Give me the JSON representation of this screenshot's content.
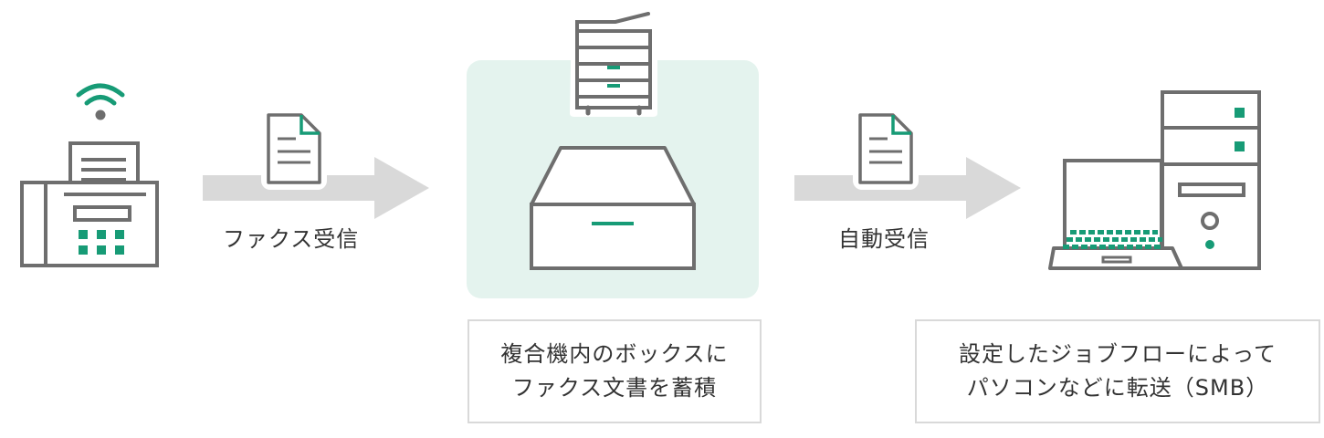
{
  "colors": {
    "accent_green": "#179b76",
    "icon_gray": "#6e6e6e",
    "arrow_gray": "#d9d9d9",
    "highlight_bg": "#e4f3ee",
    "caption_border": "#d9d9d9"
  },
  "icons": {
    "fax": "fax-machine-icon",
    "wifi": "wifi-signal-icon",
    "document": "document-icon",
    "mfp": "multifunction-printer-icon",
    "box": "storage-box-icon",
    "pc": "desktop-tower-icon",
    "laptop": "laptop-icon"
  },
  "flow": {
    "step1_label": "ファクス受信",
    "step2_label": "自動受信"
  },
  "captions": {
    "box_storage": {
      "line1": "複合機内のボックスに",
      "line2": "ファクス文書を蓄積"
    },
    "transfer": {
      "line1": "設定したジョブフローによって",
      "line2": "パソコンなどに転送（SMB）"
    }
  }
}
